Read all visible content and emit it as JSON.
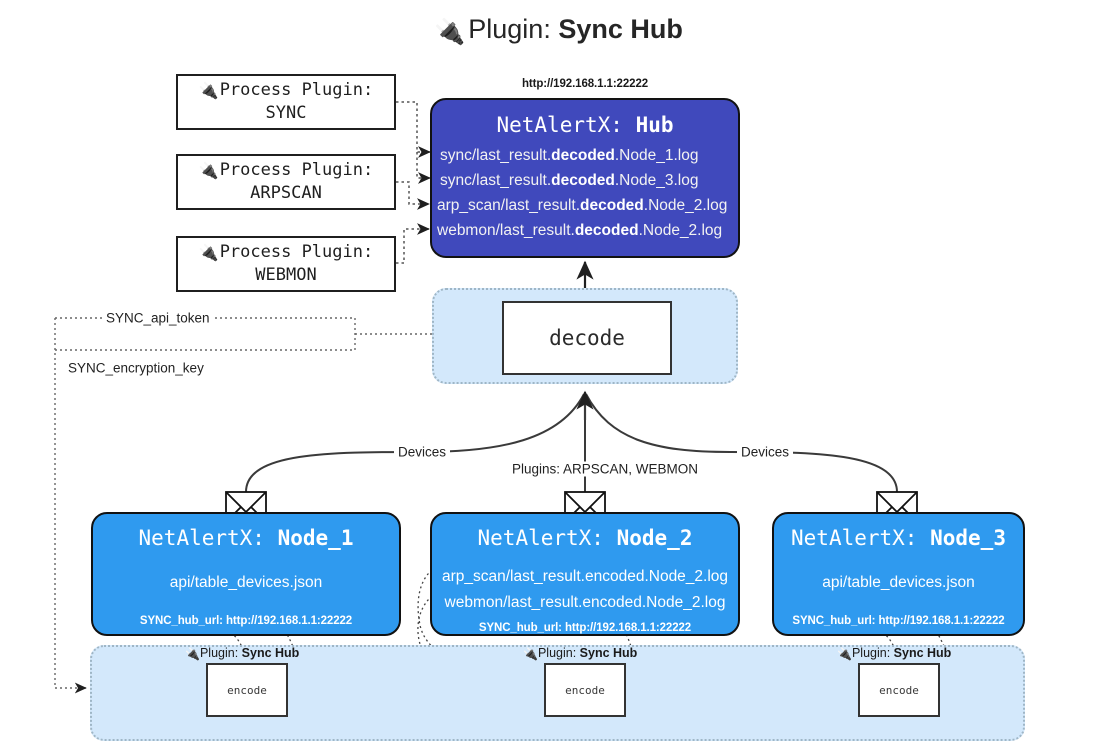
{
  "title": {
    "icon": "plug-icon",
    "prefix": "Plugin:",
    "name": "Sync Hub",
    "glyph": "🔌"
  },
  "colors": {
    "hub_fill": "#4049bc",
    "node_fill": "#2f9aef",
    "container_fill": "#d3e8fb",
    "container_border": "#9fb6c6",
    "box_border": "#333333",
    "text_dark": "#1a1a1a"
  },
  "process_plugins": [
    {
      "line1": "Process Plugin:",
      "line2": "SYNC"
    },
    {
      "line1": "Process Plugin:",
      "line2": "ARPSCAN"
    },
    {
      "line1": "Process Plugin:",
      "line2": "WEBMON"
    }
  ],
  "hub": {
    "url": "http://192.168.1.1:22222",
    "title_prefix": "NetAlertX:",
    "title_name": "Hub",
    "lines": [
      {
        "pre": "sync/last_result.",
        "mid": "decoded",
        "post": ".Node_1.log"
      },
      {
        "pre": "sync/last_result.",
        "mid": "decoded",
        "post": ".Node_3.log"
      },
      {
        "pre": "arp_scan/last_result.",
        "mid": "decoded",
        "post": ".Node_2.log"
      },
      {
        "pre": "webmon/last_result.",
        "mid": "decoded",
        "post": ".Node_2.log"
      }
    ]
  },
  "decode": {
    "label": "decode"
  },
  "secrets": [
    {
      "label": "SYNC_api_token"
    },
    {
      "label": "SYNC_encryption_key"
    }
  ],
  "edge_labels": {
    "devices_left": "Devices",
    "devices_right": "Devices",
    "plugins_center": "Plugins: ARPSCAN, WEBMON"
  },
  "nodes": [
    {
      "title_prefix": "NetAlertX:",
      "title_name": "Node_1",
      "lines": [
        "api/table_devices.json"
      ],
      "footer": "SYNC_hub_url: http://192.168.1.1:22222"
    },
    {
      "title_prefix": "NetAlertX:",
      "title_name": "Node_2",
      "lines": [
        "arp_scan/last_result.encoded.Node_2.log",
        "webmon/last_result.encoded.Node_2.log"
      ],
      "footer": "SYNC_hub_url: http://192.168.1.1:22222"
    },
    {
      "title_prefix": "NetAlertX:",
      "title_name": "Node_3",
      "lines": [
        "api/table_devices.json"
      ],
      "footer": "SYNC_hub_url: http://192.168.1.1:22222"
    }
  ],
  "plugin_tags": [
    {
      "prefix": "Plugin:",
      "name": "Sync Hub"
    },
    {
      "prefix": "Plugin:",
      "name": "Sync Hub"
    },
    {
      "prefix": "Plugin:",
      "name": "Sync Hub"
    }
  ],
  "encode_boxes": [
    {
      "label": "encode"
    },
    {
      "label": "encode"
    },
    {
      "label": "encode"
    }
  ]
}
